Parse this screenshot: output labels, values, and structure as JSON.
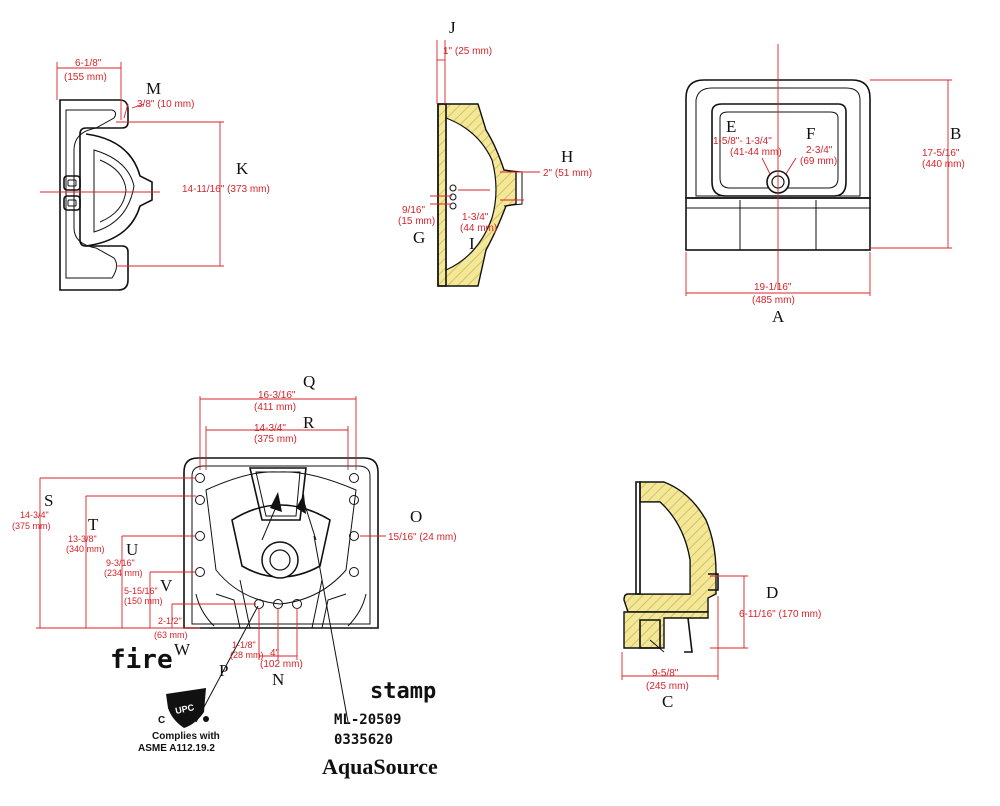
{
  "colors": {
    "dimension": "#d8232a",
    "outline": "#111111",
    "hatch_fill": "#f3e79a"
  },
  "top_view": {
    "letter_m": "M",
    "letter_k": "K",
    "width_imperial": "6-1/8\"",
    "width_metric": "(155 mm)",
    "rim_dim": "3/8\" (10 mm)",
    "depth_dim": "14-11/16\" (373 mm)"
  },
  "side_section": {
    "letter_j": "J",
    "letter_h": "H",
    "letter_g": "G",
    "letter_i": "I",
    "wall_dim": "1\" (25 mm)",
    "outlet_dim": "2\" (51 mm)",
    "g_imperial": "9/16\"",
    "g_metric": "(15 mm)",
    "i_imperial": "1-3/4\"",
    "i_metric": "(44 mm)"
  },
  "front_view": {
    "letter_e": "E",
    "letter_f": "F",
    "letter_b": "B",
    "letter_a": "A",
    "e_imperial": "1-5/8\"- 1-3/4\"",
    "e_metric": "(41-44 mm)",
    "f_imperial": "2-3/4\"",
    "f_metric": "(69 mm)",
    "b_imperial": "17-5/16\"",
    "b_metric": "(440 mm)",
    "a_imperial": "19-1/16\"",
    "a_metric": "(485 mm)"
  },
  "back_view": {
    "letter_q": "Q",
    "letter_r": "R",
    "letter_o": "O",
    "letter_s": "S",
    "letter_t": "T",
    "letter_u": "U",
    "letter_v": "V",
    "letter_w": "W",
    "letter_p": "P",
    "letter_n": "N",
    "q_imperial": "16-3/16\"",
    "q_metric": "(411 mm)",
    "r_imperial": "14-3/4\"",
    "r_metric": "(375 mm)",
    "o_dim": "15/16\" (24 mm)",
    "s_imperial": "14-3/4\"",
    "s_metric": "(375 mm)",
    "t_imperial": "13-3/8\"",
    "t_metric": "(340 mm)",
    "u_imperial": "9-3/16\"",
    "u_metric": "(234 mm)",
    "v_imperial": "5-15/16\"",
    "v_metric": "(150 mm)",
    "w_imperial": "2-1/2\"",
    "w_metric": "(63 mm)",
    "p_imperial": "1-1/8\"",
    "p_metric": "(28 mm)",
    "n_imperial": "4\"",
    "n_metric": "(102 mm)"
  },
  "markings": {
    "fire_label": "fire",
    "stamp_label": "stamp",
    "model_number": "ML-20509",
    "serial_number": "0335620",
    "brand": "AquaSource",
    "cert_letter": "C",
    "cert_logo": "UPC",
    "cert_line1": "Complies with",
    "cert_line2": "ASME A112.19.2"
  },
  "rear_section": {
    "letter_d": "D",
    "letter_c": "C",
    "d_dim": "6-11/16\" (170 mm)",
    "c_imperial": "9-5/8\"",
    "c_metric": "(245 mm)"
  }
}
